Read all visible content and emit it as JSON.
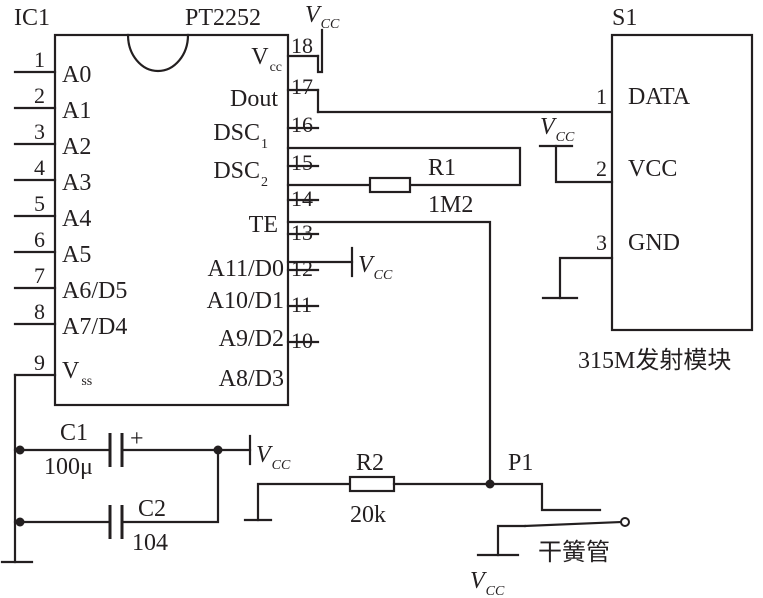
{
  "ic1": {
    "ref": "IC1",
    "part": "PT2252",
    "left_pins": [
      {
        "num": "1",
        "label": "A0"
      },
      {
        "num": "2",
        "label": "A1"
      },
      {
        "num": "3",
        "label": "A2"
      },
      {
        "num": "4",
        "label": "A3"
      },
      {
        "num": "5",
        "label": "A4"
      },
      {
        "num": "6",
        "label": "A5"
      },
      {
        "num": "7",
        "label": "A6/D5"
      },
      {
        "num": "8",
        "label": "A7/D4"
      },
      {
        "num": "9",
        "label": "V",
        "sub": "ss"
      }
    ],
    "right_pins": [
      {
        "num": "18",
        "label": "V",
        "sub": "cc"
      },
      {
        "num": "17",
        "label": "Dout"
      },
      {
        "num": "16",
        "label": "DSC",
        "sub": "1"
      },
      {
        "num": "15",
        "label": "DSC",
        "sub": "2"
      },
      {
        "num": "14",
        "label": "TE"
      },
      {
        "num": "13",
        "label": "A11/D0"
      },
      {
        "num": "12",
        "label": "A10/D1"
      },
      {
        "num": "11",
        "label": "A9/D2"
      },
      {
        "num": "10",
        "label": "A8/D3"
      }
    ]
  },
  "s1": {
    "ref": "S1",
    "caption": "315M发射模块",
    "pins": [
      {
        "num": "1",
        "label": "DATA"
      },
      {
        "num": "2",
        "label": "VCC"
      },
      {
        "num": "3",
        "label": "GND"
      }
    ]
  },
  "r1": {
    "ref": "R1",
    "value": "1M2"
  },
  "r2": {
    "ref": "R2",
    "value": "20k"
  },
  "c1": {
    "ref": "C1",
    "value": "100μ",
    "polarity": "+"
  },
  "c2": {
    "ref": "C2",
    "value": "104"
  },
  "p1": {
    "ref": "P1"
  },
  "reed_switch": {
    "label": "干簧管"
  },
  "supply": {
    "main": "V",
    "sub": "CC"
  },
  "supply_pin18": {
    "main": "V",
    "sub": "CC"
  }
}
